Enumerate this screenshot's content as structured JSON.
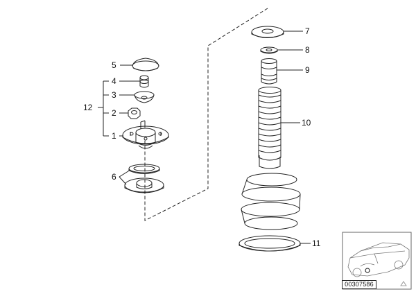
{
  "diagram": {
    "callouts": {
      "c1": "1",
      "c2": "2",
      "c3": "3",
      "c4": "4",
      "c5": "5",
      "c6": "6",
      "c7": "7",
      "c8": "8",
      "c9": "9",
      "c10": "10",
      "c11": "11",
      "c12": "12"
    },
    "diagram_id": "00307586"
  }
}
